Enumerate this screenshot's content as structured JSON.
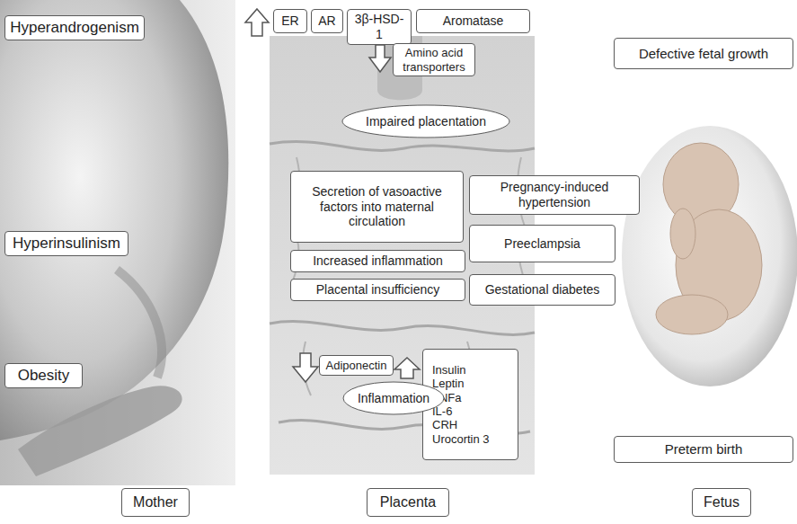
{
  "diagram": {
    "nodes": [
      {
        "text": [
          "Hyperandrogenism"
        ]
      },
      {
        "text": [
          "ER"
        ]
      },
      {
        "text": [
          "AR"
        ]
      },
      {
        "text": [
          "3β-HSD-1"
        ]
      },
      {
        "text": [
          "Aromatase"
        ]
      },
      {
        "text": [
          "Defective fetal growth"
        ]
      },
      {
        "text": [
          "Amino acid transporters"
        ]
      },
      {
        "text": [
          "Impaired placentation"
        ]
      },
      {
        "text": [
          "Secretion of vasoactive factors into maternal circulation"
        ]
      },
      {
        "text": [
          "Pregnancy-induced hypertension"
        ]
      },
      {
        "text": [
          "Hyperinsulinism"
        ]
      },
      {
        "text": [
          "Increased inflammation"
        ]
      },
      {
        "text": [
          "Preeclampsia"
        ]
      },
      {
        "text": [
          "Placental insufficiency"
        ]
      },
      {
        "text": [
          "Gestational diabetes"
        ]
      },
      {
        "text": [
          "Obesity"
        ]
      },
      {
        "text": [
          "Adiponectin"
        ]
      },
      {
        "text": [
          "Insulin",
          "Leptin",
          "TNFa",
          "IL-6",
          "CRH",
          "Urocortin 3"
        ]
      },
      {
        "text": [
          "Inflammation"
        ]
      },
      {
        "text": [
          "Preterm birth"
        ]
      },
      {
        "text": [
          "Mother"
        ]
      },
      {
        "text": [
          "Placenta"
        ]
      },
      {
        "text": [
          "Fetus"
        ]
      }
    ]
  }
}
